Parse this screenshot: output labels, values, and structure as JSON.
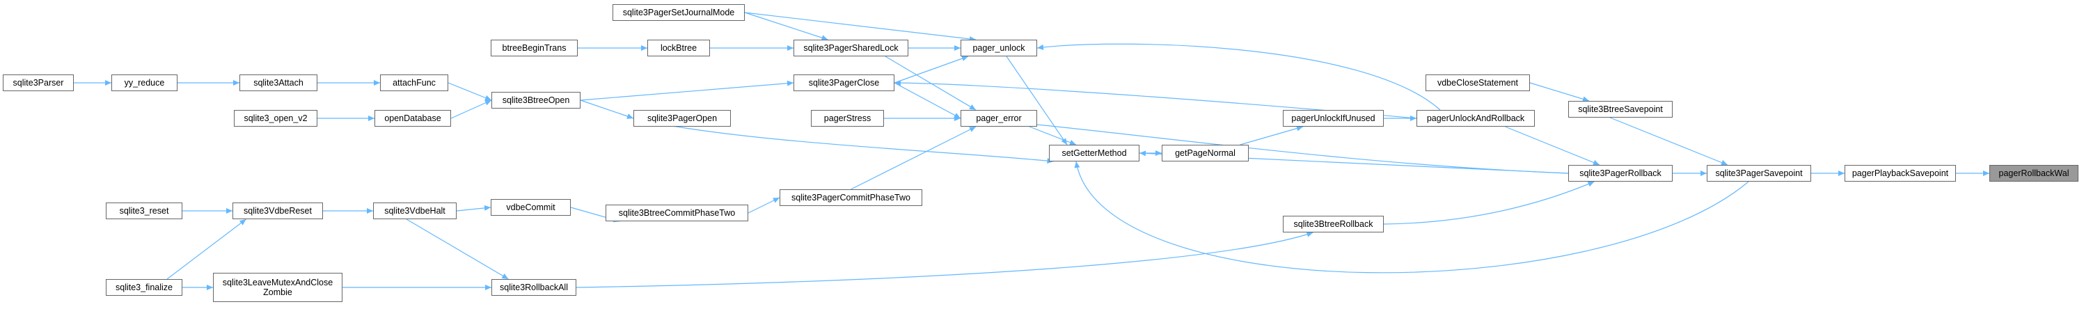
{
  "graph": {
    "edge_color": "#63b8ff",
    "node_border_color": "#666666",
    "focus_fill_color": "#999999",
    "nodes": {
      "pagerRollbackWal": "pagerRollbackWal",
      "pagerPlaybackSavepoint": "pagerPlaybackSavepoint",
      "sqlite3PagerSavepoint": "sqlite3PagerSavepoint",
      "sqlite3BtreeSavepoint": "sqlite3BtreeSavepoint",
      "vdbeCloseStatement": "vdbeCloseStatement",
      "sqlite3PagerRollback": "sqlite3PagerRollback",
      "pagerUnlockAndRollback": "pagerUnlockAndRollback",
      "sqlite3BtreeRollback": "sqlite3BtreeRollback",
      "pagerUnlockIfUnused": "pagerUnlockIfUnused",
      "getPageNormal": "getPageNormal",
      "setGetterMethod": "setGetterMethod",
      "pager_error": "pager_error",
      "pager_unlock": "pager_unlock",
      "pagerStress": "pagerStress",
      "sqlite3PagerClose": "sqlite3PagerClose",
      "sqlite3PagerSharedLock": "sqlite3PagerSharedLock",
      "sqlite3PagerSetJournalMode": "sqlite3PagerSetJournalMode",
      "lockBtree": "lockBtree",
      "btreeBeginTrans": "btreeBeginTrans",
      "sqlite3PagerCommitPhaseTwo": "sqlite3PagerCommitPhaseTwo",
      "sqlite3BtreeCommitPhaseTwo": "sqlite3BtreeCommitPhaseTwo",
      "vdbeCommit": "vdbeCommit",
      "sqlite3VdbeHalt": "sqlite3VdbeHalt",
      "sqlite3VdbeReset": "sqlite3VdbeReset",
      "sqlite3_reset": "sqlite3_reset",
      "sqlite3_finalize": "sqlite3_finalize",
      "sqlite3LeaveMutexAndCloseZombie": "sqlite3LeaveMutexAndClose Zombie",
      "sqlite3RollbackAll": "sqlite3RollbackAll",
      "sqlite3PagerOpen": "sqlite3PagerOpen",
      "sqlite3BtreeOpen": "sqlite3BtreeOpen",
      "openDatabase": "openDatabase",
      "sqlite3_open_v2": "sqlite3_open_v2",
      "attachFunc": "attachFunc",
      "sqlite3Attach": "sqlite3Attach",
      "yy_reduce": "yy_reduce",
      "sqlite3Parser": "sqlite3Parser"
    }
  }
}
